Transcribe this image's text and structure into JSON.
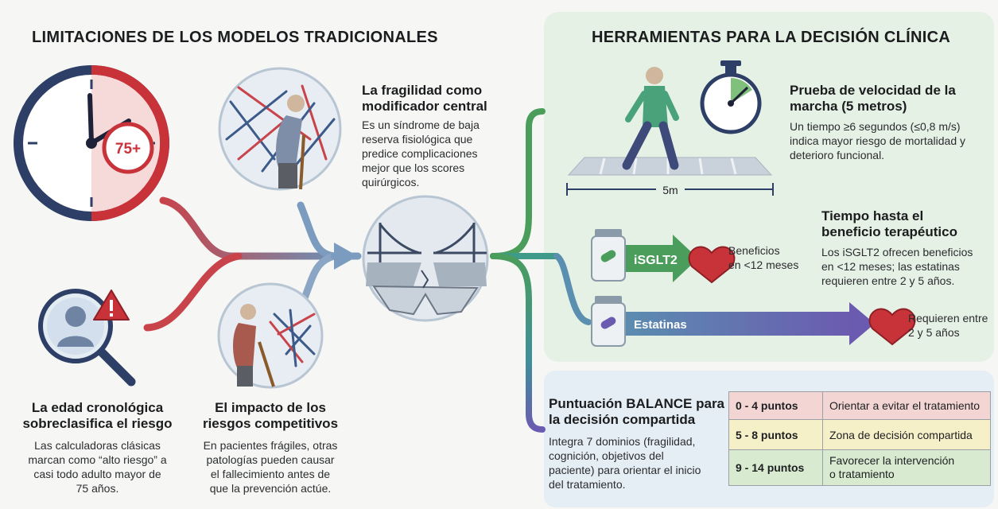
{
  "left": {
    "title": "LIMITACIONES DE LOS MODELOS TRADICIONALES",
    "clock_badge": "75+",
    "frailty": {
      "heading_1": "La fragilidad como",
      "heading_2": "modificador central",
      "text": [
        "Es un síndrome de baja",
        "reserva fisiológica que",
        "predice complicaciones",
        "mejor que los scores",
        "quirúrgicos."
      ]
    },
    "age": {
      "heading_1": "La edad cronológica",
      "heading_2": "sobreclasifica el riesgo",
      "text": [
        "Las calculadoras clásicas",
        "marcan como “alto riesgo” a",
        "casi todo adulto mayor de",
        "75 años."
      ]
    },
    "competing": {
      "heading_1": "El impacto de los",
      "heading_2": "riesgos competitivos",
      "text": [
        "En pacientes frágiles, otras",
        "patologías pueden causar",
        "el fallecimiento antes de",
        "que la prevención actúe."
      ]
    }
  },
  "right": {
    "title": "HERRAMIENTAS PARA LA DECISIÓN CLÍNICA",
    "gait": {
      "heading_1": "Prueba de velocidad de la",
      "heading_2": "marcha (5 metros)",
      "text": [
        "Un tiempo ≥6 segundos (≤0,8 m/s)",
        "indica mayor riesgo de mortalidad y",
        "deterioro funcional."
      ],
      "distance_label": "5m"
    },
    "benefit": {
      "heading_1": "Tiempo hasta el",
      "heading_2": "beneficio terapéutico",
      "text": [
        "Los iSGLT2 ofrecen beneficios",
        "en <12 meses; las estatinas",
        "requieren entre 2 y 5 años."
      ],
      "isglt2_label": "iSGLT2",
      "isglt2_result": [
        "Beneficios",
        "en <12 meses"
      ],
      "statins_label": "Estatinas",
      "statins_result": [
        "Requieren entre",
        "2 y 5 años"
      ]
    },
    "balance": {
      "heading_1": "Puntuación BALANCE para",
      "heading_2": "la decisión compartida",
      "text": [
        "Integra 7 dominios (fragilidad,",
        "cognición, objetivos del",
        "paciente) para orientar el inicio",
        "del tratamiento."
      ],
      "rows": [
        {
          "range": "0 - 4 puntos",
          "action": "Orientar a evitar el tratamiento"
        },
        {
          "range": "5 - 8 puntos",
          "action": "Zona de decisión compartida"
        },
        {
          "range": "9 - 14 puntos",
          "action_1": "Favorecer la intervención",
          "action_2": "o tratamiento"
        }
      ]
    }
  },
  "colors": {
    "clock_red": "#c8333a",
    "clock_navy": "#2d3f66",
    "flow_teal": "#3f9a8a",
    "isglt2_green": "#4a9d5b",
    "statins_purple": "#6b5bb0",
    "row_red": "#f3d6d4",
    "row_yellow": "#f6f0c8",
    "row_green": "#d8ead0"
  },
  "icons": [
    "clock-icon",
    "magnifier-person-icon",
    "warning-icon",
    "elderly-person-icon",
    "broken-bridge-icon",
    "walking-man-icon",
    "stopwatch-icon",
    "pill-bottle-icon",
    "heart-icon"
  ]
}
